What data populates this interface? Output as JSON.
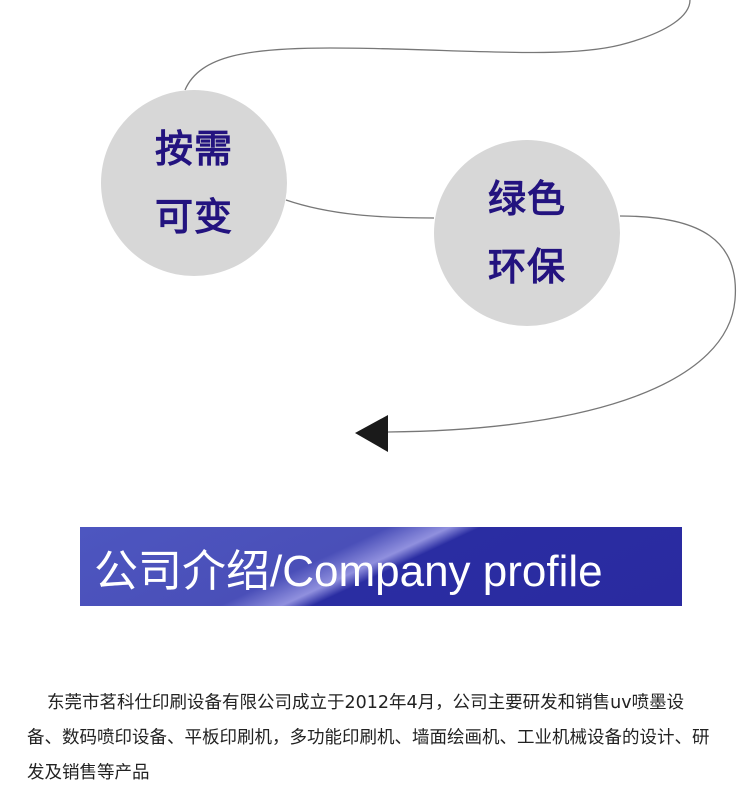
{
  "features": [
    {
      "line1": "按需",
      "line2": "可变"
    },
    {
      "line1": "绿色",
      "line2": "环保"
    }
  ],
  "banner": {
    "title": "公司介绍/Company profile"
  },
  "intro": {
    "text": "东莞市茗科仕印刷设备有限公司成立于2012年4月，公司主要研发和销售uv喷墨设备、数码喷印设备、平板印刷机，多功能印刷机、墙面绘画机、工业机械设备的设计、研发及销售等产品"
  },
  "colors": {
    "feature_text": "#23137f",
    "circle_bg": "#d7d7d7",
    "banner": "#2a2aa0"
  }
}
